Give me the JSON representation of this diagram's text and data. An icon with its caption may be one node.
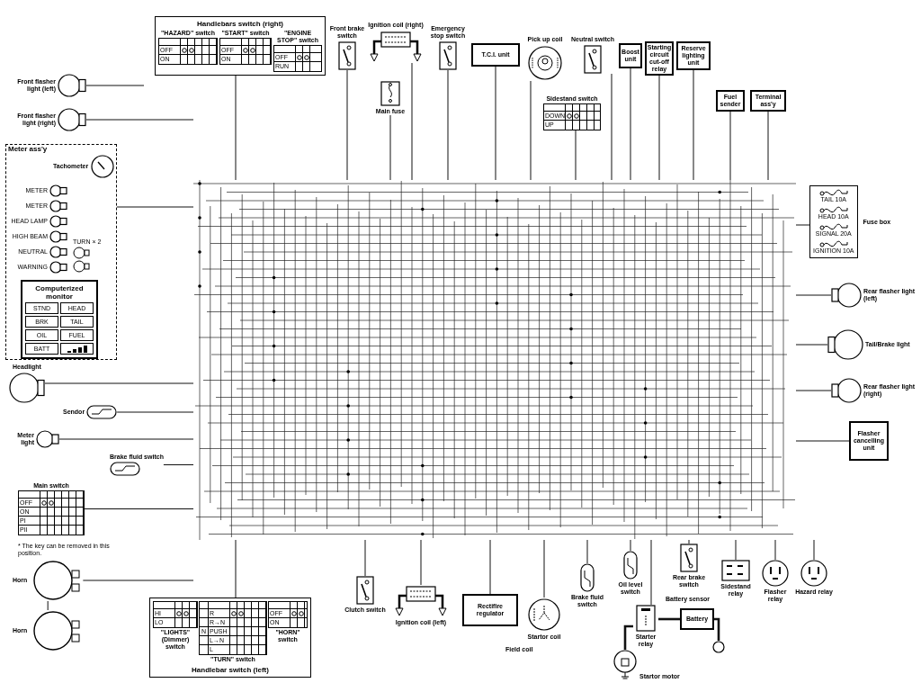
{
  "diagram": {
    "nodes": [
      {
        "text": [
          "Handlebars switch (right)"
        ]
      },
      {
        "text": [
          "\"HAZARD\" switch"
        ],
        "in": 0
      },
      {
        "text": [
          "\"START\" switch"
        ],
        "in": 0
      },
      {
        "text": [
          "\"ENGINE STOP\" switch"
        ],
        "in": 0
      },
      {
        "text": [
          "Front brake switch"
        ]
      },
      {
        "text": [
          "Ignition coil (right)"
        ]
      },
      {
        "text": [
          "Main fuse"
        ]
      },
      {
        "text": [
          "Emergency stop switch"
        ]
      },
      {
        "text": [
          "T.C.I. unit"
        ]
      },
      {
        "text": [
          "Pick up coil"
        ]
      },
      {
        "text": [
          "Neutral switch"
        ]
      },
      {
        "text": [
          "Sidestand switch"
        ]
      },
      {
        "text": [
          "Boost unit"
        ]
      },
      {
        "text": [
          "Starting circuit cut-off relay"
        ]
      },
      {
        "text": [
          "Reserve lighting unit"
        ]
      },
      {
        "text": [
          "Fuel sender"
        ]
      },
      {
        "text": [
          "Terminal ass'y"
        ]
      },
      {
        "text": [
          "Fuse box"
        ]
      },
      {
        "text": [
          "TAIL 10A"
        ],
        "in": 17
      },
      {
        "text": [
          "HEAD 10A"
        ],
        "in": 17
      },
      {
        "text": [
          "SIGNAL 20A"
        ],
        "in": 17
      },
      {
        "text": [
          "IGNITION 10A"
        ],
        "in": 17
      },
      {
        "text": [
          "Front flasher light (left)"
        ]
      },
      {
        "text": [
          "Front flasher light (right)"
        ]
      },
      {
        "text": [
          "Meter ass'y"
        ]
      },
      {
        "text": [
          "Tachometer"
        ],
        "in": 24
      },
      {
        "text": [
          "METER"
        ],
        "in": 24
      },
      {
        "text": [
          "METER"
        ],
        "in": 24
      },
      {
        "text": [
          "HEAD LAMP"
        ],
        "in": 24
      },
      {
        "text": [
          "HIGH BEAM"
        ],
        "in": 24
      },
      {
        "text": [
          "NEUTRAL"
        ],
        "in": 24
      },
      {
        "text": [
          "WARNING"
        ],
        "in": 24
      },
      {
        "text": [
          "TURN × 2"
        ],
        "in": 24
      },
      {
        "text": [
          "Computerized monitor"
        ],
        "in": 24
      },
      {
        "text": [
          "STND"
        ],
        "in": 33
      },
      {
        "text": [
          "HEAD"
        ],
        "in": 33
      },
      {
        "text": [
          "BRK"
        ],
        "in": 33
      },
      {
        "text": [
          "TAIL"
        ],
        "in": 33
      },
      {
        "text": [
          "OIL"
        ],
        "in": 33
      },
      {
        "text": [
          "FUEL"
        ],
        "in": 33
      },
      {
        "text": [
          "BATT"
        ],
        "in": 33
      },
      {
        "text": [
          "Headlight"
        ]
      },
      {
        "text": [
          "Sendor"
        ]
      },
      {
        "text": [
          "Meter light"
        ]
      },
      {
        "text": [
          "Brake fluid switch"
        ]
      },
      {
        "text": [
          "Main switch"
        ]
      },
      {
        "text": [
          "Horn"
        ]
      },
      {
        "text": [
          "Horn"
        ]
      },
      {
        "text": [
          "Handlebar switch (left)"
        ]
      },
      {
        "text": [
          "\"LIGHTS\" (Dimmer) switch"
        ],
        "in": 48
      },
      {
        "text": [
          "\"TURN\" switch"
        ],
        "in": 48
      },
      {
        "text": [
          "\"HORN\" switch"
        ],
        "in": 48
      },
      {
        "text": [
          "Clutch switch"
        ]
      },
      {
        "text": [
          "Ignition coil (left)"
        ]
      },
      {
        "text": [
          "Rectifire regulator"
        ]
      },
      {
        "text": [
          "Startor coil"
        ],
        "beside": [
          "Field coil"
        ]
      },
      {
        "text": [
          "Brake fluid switch"
        ]
      },
      {
        "text": [
          "Oil level switch"
        ]
      },
      {
        "text": [
          "Rear brake switch"
        ]
      },
      {
        "text": [
          "Starter relay"
        ]
      },
      {
        "text": [
          "Battery"
        ],
        "beside": [
          "Battery sensor"
        ]
      },
      {
        "text": [
          "Startor motor"
        ]
      },
      {
        "text": [],
        "shape": "circle"
      },
      {
        "text": [
          "Sidestand relay"
        ]
      },
      {
        "text": [
          "Flasher relay"
        ]
      },
      {
        "text": [
          "Hazard relay"
        ]
      },
      {
        "text": [
          "Rear flasher light (left)"
        ]
      },
      {
        "text": [
          "Tail/Brake light"
        ]
      },
      {
        "text": [
          "Rear flasher light (right)"
        ]
      },
      {
        "text": [
          "Flasher cancelling unit"
        ]
      }
    ],
    "edges": [
      {
        "from": 0,
        "to": null,
        "arrow": "none"
      },
      {
        "from": 4,
        "to": null,
        "arrow": "none"
      },
      {
        "from": 5,
        "to": null,
        "arrow": "none"
      },
      {
        "from": 6,
        "to": null,
        "arrow": "none"
      },
      {
        "from": 7,
        "to": null,
        "arrow": "none"
      },
      {
        "from": 8,
        "to": null,
        "arrow": "none"
      },
      {
        "from": 9,
        "to": null,
        "arrow": "none"
      },
      {
        "from": 10,
        "to": null,
        "arrow": "none"
      },
      {
        "from": 11,
        "to": null,
        "arrow": "none"
      },
      {
        "from": 12,
        "to": null,
        "arrow": "none"
      },
      {
        "from": 13,
        "to": null,
        "arrow": "none"
      },
      {
        "from": 14,
        "to": null,
        "arrow": "none"
      },
      {
        "from": 15,
        "to": null,
        "arrow": "none"
      },
      {
        "from": 16,
        "to": null,
        "arrow": "none"
      },
      {
        "from": 17,
        "to": null,
        "arrow": "none"
      },
      {
        "from": 22,
        "to": null,
        "arrow": "none"
      },
      {
        "from": 23,
        "to": null,
        "arrow": "none"
      },
      {
        "from": 24,
        "to": null,
        "arrow": "none"
      },
      {
        "from": 41,
        "to": null,
        "arrow": "none"
      },
      {
        "from": 42,
        "to": null,
        "arrow": "none"
      },
      {
        "from": 43,
        "to": null,
        "arrow": "none"
      },
      {
        "from": 44,
        "to": null,
        "arrow": "none"
      },
      {
        "from": 45,
        "to": null,
        "arrow": "none"
      },
      {
        "from": 46,
        "to": null,
        "arrow": "none"
      },
      {
        "from": 48,
        "to": null,
        "arrow": "none"
      },
      {
        "from": 52,
        "to": null,
        "arrow": "none"
      },
      {
        "from": 53,
        "to": null,
        "arrow": "none"
      },
      {
        "from": 54,
        "to": null,
        "arrow": "none"
      },
      {
        "from": 55,
        "to": null,
        "arrow": "none"
      },
      {
        "from": 56,
        "to": null,
        "arrow": "none"
      },
      {
        "from": 57,
        "to": null,
        "arrow": "none"
      },
      {
        "from": 58,
        "to": null,
        "arrow": "none"
      },
      {
        "from": 59,
        "to": null,
        "arrow": "none"
      },
      {
        "from": 63,
        "to": null,
        "arrow": "none"
      },
      {
        "from": 64,
        "to": null,
        "arrow": "none"
      },
      {
        "from": 65,
        "to": null,
        "arrow": "none"
      },
      {
        "from": 66,
        "to": null,
        "arrow": "none"
      },
      {
        "from": 67,
        "to": null,
        "arrow": "none"
      },
      {
        "from": 68,
        "to": null,
        "arrow": "none"
      },
      {
        "from": 69,
        "to": null,
        "arrow": "none"
      },
      {
        "from": 46,
        "to": 47,
        "arrow": "none"
      },
      {
        "from": 60,
        "to": 59,
        "arrow": "none",
        "style": "thick"
      },
      {
        "from": 59,
        "to": 61,
        "arrow": "none",
        "style": "thick"
      },
      {
        "from": 60,
        "to": 62,
        "arrow": "none",
        "style": "thick"
      }
    ],
    "labels": [
      "OFF",
      "ON",
      "OFF",
      "ON",
      "OFF",
      "RUN",
      "DOWN",
      "UP",
      "OFF",
      "ON",
      "PI",
      "PII",
      "* The key can be removed in this position.",
      "HI",
      "LO",
      "R",
      "R→N",
      "N",
      "PUSH",
      "L→N",
      "L",
      "OFF",
      "ON"
    ]
  }
}
